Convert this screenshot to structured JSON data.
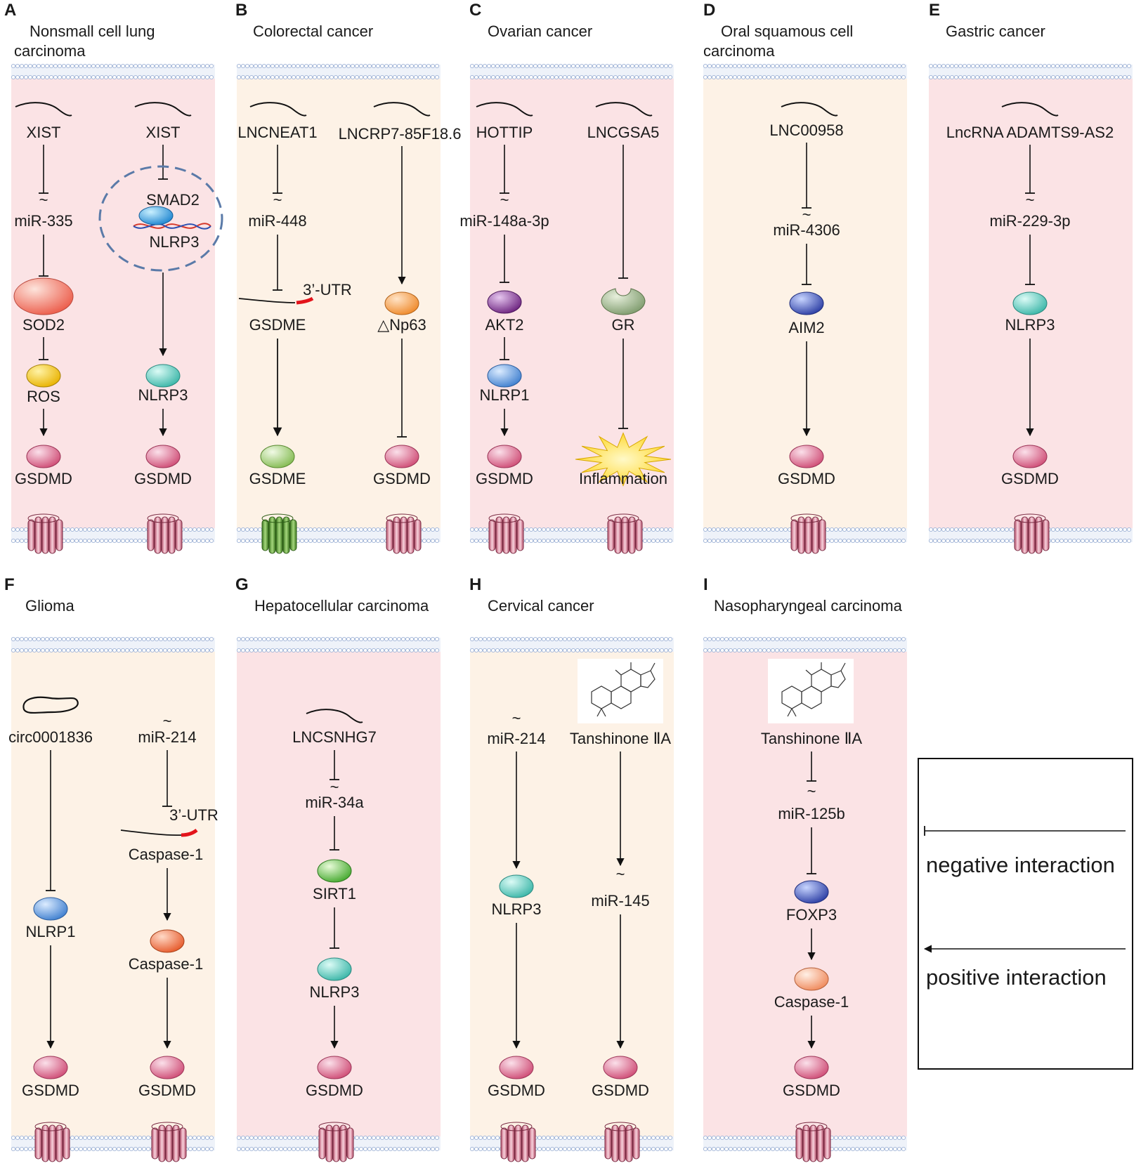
{
  "colors": {
    "pink": "#fbe3e5",
    "beige": "#fdf2e6",
    "membrane": "#a8b8d6"
  },
  "panels": [
    {
      "id": "A",
      "letter": "A",
      "title": [
        "Nonsmall cell lung",
        "carcinoma"
      ],
      "bg": "pink",
      "pathways": [
        {
          "nodes": [
            "XIST",
            "miR-335",
            "SOD2",
            "ROS",
            "GSDMD"
          ]
        },
        {
          "nodes": [
            "XIST",
            "SMAD2",
            "NLRP3",
            "NLRP3",
            "GSDMD"
          ]
        }
      ]
    },
    {
      "id": "B",
      "letter": "B",
      "title": [
        "Colorectal cancer"
      ],
      "bg": "beige",
      "pathways": [
        {
          "nodes": [
            "LNCNEAT1",
            "miR-448",
            "3’-UTR",
            "GSDME",
            "GSDME"
          ]
        },
        {
          "nodes": [
            "LNCRP7-85F18.6",
            "△Np63",
            "GSDMD"
          ]
        }
      ]
    },
    {
      "id": "C",
      "letter": "C",
      "title": [
        "Ovarian cancer"
      ],
      "bg": "pink",
      "pathways": [
        {
          "nodes": [
            "HOTTIP",
            "miR-148a-3p",
            "AKT2",
            "NLRP1",
            "GSDMD"
          ]
        },
        {
          "nodes": [
            "LNCGSA5",
            "GR",
            "Inflammation"
          ]
        }
      ]
    },
    {
      "id": "D",
      "letter": "D",
      "title": [
        "Oral  squamous cell",
        "carcinoma"
      ],
      "bg": "beige",
      "pathways": [
        {
          "nodes": [
            "LNC00958",
            "miR-4306",
            "AIM2",
            "GSDMD"
          ]
        }
      ]
    },
    {
      "id": "E",
      "letter": "E",
      "title": [
        "Gastric cancer"
      ],
      "bg": "pink",
      "pathways": [
        {
          "nodes": [
            "LncRNA ADAMTS9-AS2",
            "miR-229-3p",
            "NLRP3",
            "GSDMD"
          ]
        }
      ]
    },
    {
      "id": "F",
      "letter": "F",
      "title": [
        "Glioma"
      ],
      "bg": "beige",
      "pathways": [
        {
          "nodes": [
            "circ0001836",
            "NLRP1",
            "GSDMD"
          ]
        },
        {
          "nodes": [
            "miR-214",
            "3’-UTR",
            "Caspase-1",
            "Caspase-1",
            "GSDMD"
          ]
        }
      ]
    },
    {
      "id": "G",
      "letter": "G",
      "title": [
        "Hepatocellular carcinoma"
      ],
      "bg": "pink",
      "pathways": [
        {
          "nodes": [
            "LNCSNHG7",
            "miR-34a",
            "SIRT1",
            "NLRP3",
            "GSDMD"
          ]
        }
      ]
    },
    {
      "id": "H",
      "letter": "H",
      "title": [
        "Cervical cancer"
      ],
      "bg": "beige",
      "pathways": [
        {
          "nodes": [
            "miR-214",
            "NLRP3",
            "GSDMD"
          ]
        },
        {
          "nodes": [
            "Tanshinone ⅡA",
            "miR-145",
            "GSDMD"
          ]
        }
      ]
    },
    {
      "id": "I",
      "letter": "I",
      "title": [
        "Nasopharyngeal carcinoma"
      ],
      "bg": "pink",
      "pathways": [
        {
          "nodes": [
            "Tanshinone ⅡA",
            "miR-125b",
            "FOXP3",
            "Caspase-1",
            "GSDMD"
          ]
        }
      ]
    }
  ],
  "legend": {
    "negative": "negative interaction",
    "positive": "positive interaction"
  }
}
